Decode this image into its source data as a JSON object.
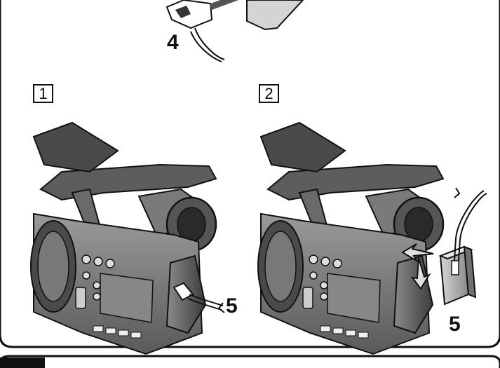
{
  "top_callout": "4",
  "panels": [
    {
      "step_label": "1",
      "callout": "5"
    },
    {
      "step_label": "2",
      "callout": "5"
    }
  ],
  "colors": {
    "ink": "#111111",
    "camera_dark": "#3a3a3a",
    "camera_mid": "#6f6f6f",
    "camera_light": "#a8a8a8",
    "background": "#ffffff"
  }
}
